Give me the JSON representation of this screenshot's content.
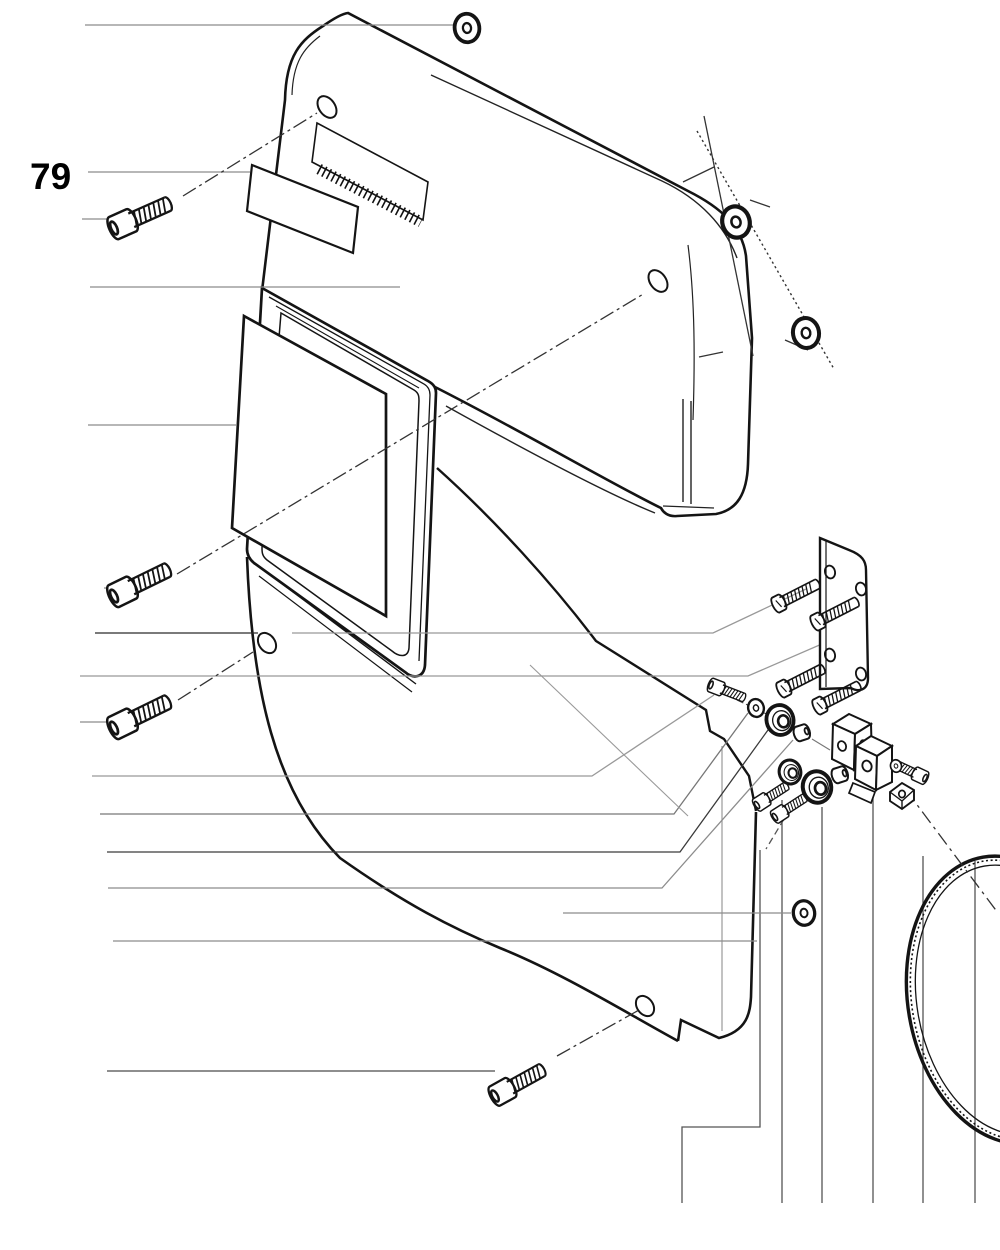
{
  "diagram": {
    "ref_label": "79",
    "colors": {
      "line": "#141414",
      "leader": "#8c8c8c",
      "background": "#ffffff"
    },
    "parts": [
      {
        "name": "top-cover"
      },
      {
        "name": "rear-panel"
      },
      {
        "name": "window-frame"
      },
      {
        "name": "window-sheet"
      },
      {
        "name": "label-sticker"
      },
      {
        "name": "flat-washer-top"
      },
      {
        "name": "flat-washer-upper-right"
      },
      {
        "name": "flat-washer-lower-right"
      },
      {
        "name": "flat-washer-panel"
      },
      {
        "name": "socket-head-screw-1"
      },
      {
        "name": "socket-head-screw-2"
      },
      {
        "name": "socket-head-screw-3"
      },
      {
        "name": "socket-head-screw-bottom"
      },
      {
        "name": "mount-bracket"
      },
      {
        "name": "bracket-pan-screws"
      },
      {
        "name": "bearing-cluster"
      },
      {
        "name": "hinge-blocks"
      },
      {
        "name": "square-nut"
      },
      {
        "name": "drive-belt"
      }
    ]
  }
}
